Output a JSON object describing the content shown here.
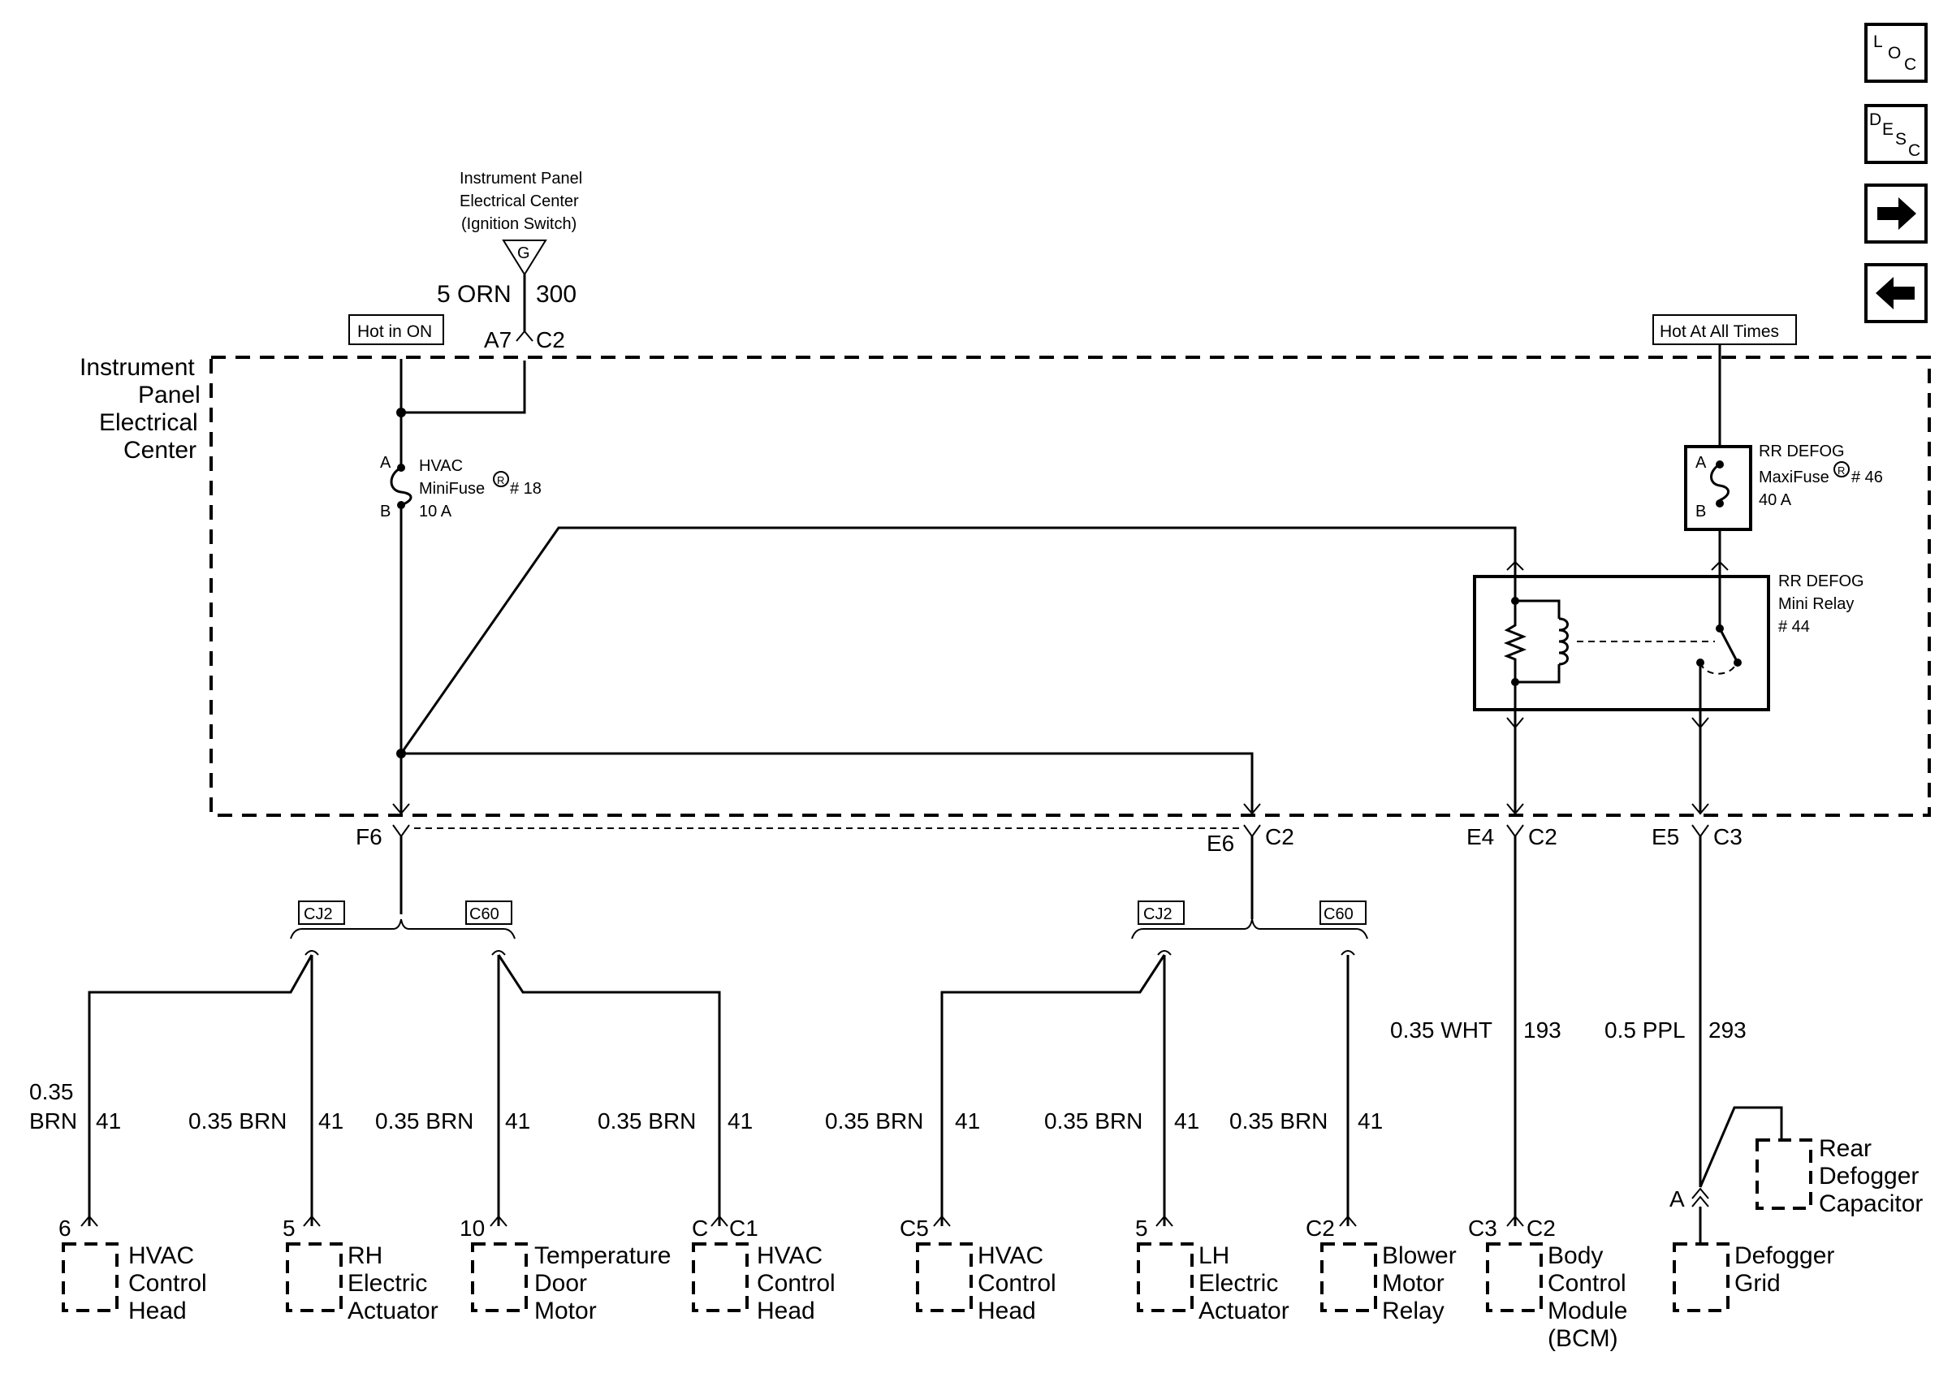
{
  "nav": {
    "loc": {
      "l1": "L",
      "l2": "O",
      "l3": "C"
    },
    "desc": {
      "l1": "D",
      "l2": "E",
      "l3": "S",
      "l4": "C"
    }
  },
  "labels": {
    "ipec_top_1": "Instrument Panel",
    "ipec_top_2": "Electrical Center",
    "ipec_top_3": "(Ignition Switch)",
    "ground_g": "G",
    "wire_5orn": "5 ORN",
    "circuit_300": "300",
    "hot_in_on": "Hot in ON",
    "hot_all_times": "Hot At All Times",
    "pin_a7": "A7",
    "conn_c2_top": "C2",
    "ipec_1": "Instrument",
    "ipec_2": "Panel",
    "ipec_3": "Electrical",
    "ipec_4": "Center",
    "fuse_a": "A",
    "fuse_b": "B",
    "hvac_fuse_1": "HVAC",
    "hvac_fuse_2": "MiniFuse",
    "hvac_fuse_num": "# 18",
    "hvac_fuse_3": "10 A",
    "reg_mark": "R",
    "maxi_a": "A",
    "maxi_b": "B",
    "rr_fuse_1": "RR DEFOG",
    "rr_fuse_2": "MaxiFuse",
    "rr_fuse_num": "# 46",
    "rr_fuse_3": "40 A",
    "relay_1": "RR DEFOG",
    "relay_2": "Mini Relay",
    "relay_3": "# 44",
    "pin_f6": "F6",
    "pin_e6": "E6",
    "conn_c2_e6": "C2",
    "pin_e4": "E4",
    "conn_c2_e4": "C2",
    "pin_e5": "E5",
    "conn_c3_e5": "C3",
    "cj2_left": "CJ2",
    "c60_left": "C60",
    "cj2_right": "CJ2",
    "c60_right": "C60",
    "wire_white": "0.35 WHT",
    "circuit_193": "193",
    "wire_ppl": "0.5 PPL",
    "circuit_293": "293",
    "w1_a": "0.35",
    "w1_b": "BRN",
    "w1_c": "41",
    "w2_a": "0.35 BRN",
    "w2_c": "41",
    "w3_a": "0.35 BRN",
    "w3_c": "41",
    "w4_a": "0.35 BRN",
    "w4_c": "41",
    "w5_a": "0.35 BRN",
    "w5_c": "41",
    "w6_a": "0.35 BRN",
    "w6_c": "41",
    "w7_a": "0.35 BRN",
    "w7_c": "41",
    "p1": "6",
    "p2": "5",
    "p3": "10",
    "p4_a": "C",
    "p4_b": "C1",
    "p5": "C5",
    "p6": "5",
    "p7": "C2",
    "p8_a": "C3",
    "p8_b": "C2",
    "p9": "A",
    "c1_1": "HVAC",
    "c1_2": "Control",
    "c1_3": "Head",
    "c2_1": "RH",
    "c2_2": "Electric",
    "c2_3": "Actuator",
    "c3_1": "Temperature",
    "c3_2": "Door",
    "c3_3": "Motor",
    "c4_1": "HVAC",
    "c4_2": "Control",
    "c4_3": "Head",
    "c5_1": "HVAC",
    "c5_2": "Control",
    "c5_3": "Head",
    "c6_1": "LH",
    "c6_2": "Electric",
    "c6_3": "Actuator",
    "c7_1": "Blower",
    "c7_2": "Motor",
    "c7_3": "Relay",
    "c8_1": "Body",
    "c8_2": "Control",
    "c8_3": "Module",
    "c8_4": "(BCM)",
    "c9_1": "Defogger",
    "c9_2": "Grid",
    "c10_1": "Rear",
    "c10_2": "Defogger",
    "c10_3": "Capacitor"
  }
}
